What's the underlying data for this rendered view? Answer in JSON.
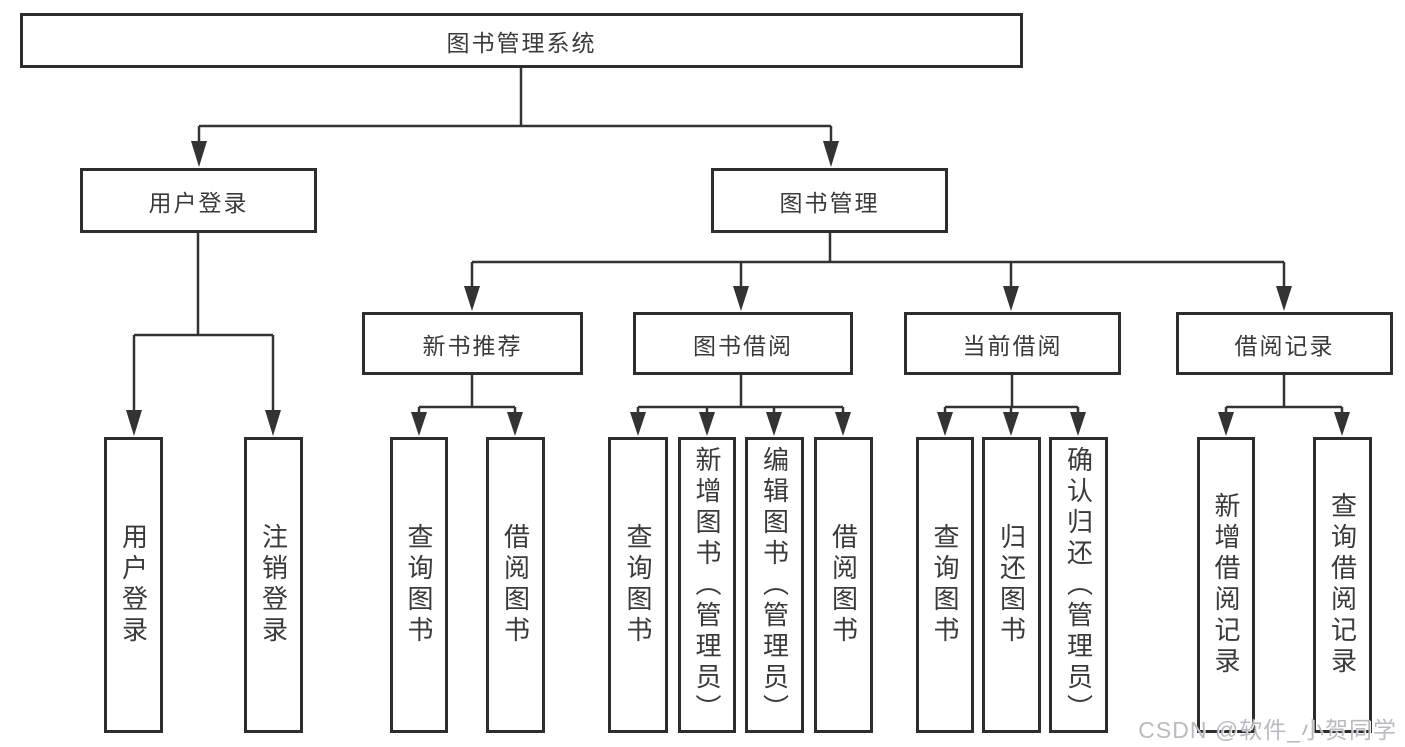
{
  "colors": {
    "line": "#333333",
    "box_border": "#2d2d2d",
    "text": "#3a3a3a",
    "watermark": "#b2b2b8",
    "background": "#ffffff"
  },
  "watermark": "CSDN @软件_小贺同学",
  "tree": {
    "root": {
      "label": "图书管理系统",
      "children": [
        {
          "label": "用户登录",
          "children": [
            {
              "label": "用户登录"
            },
            {
              "label": "注销登录"
            }
          ]
        },
        {
          "label": "图书管理",
          "children": [
            {
              "label": "新书推荐",
              "children": [
                {
                  "label": "查询图书"
                },
                {
                  "label": "借阅图书"
                }
              ]
            },
            {
              "label": "图书借阅",
              "children": [
                {
                  "label": "查询图书"
                },
                {
                  "label": "新增图书（管理员）"
                },
                {
                  "label": "编辑图书（管理员）"
                },
                {
                  "label": "借阅图书"
                }
              ]
            },
            {
              "label": "当前借阅",
              "children": [
                {
                  "label": "查询图书"
                },
                {
                  "label": "归还图书"
                },
                {
                  "label": "确认归还（管理员）"
                }
              ]
            },
            {
              "label": "借阅记录",
              "children": [
                {
                  "label": "新增借阅记录"
                },
                {
                  "label": "查询借阅记录"
                }
              ]
            }
          ]
        }
      ]
    }
  }
}
